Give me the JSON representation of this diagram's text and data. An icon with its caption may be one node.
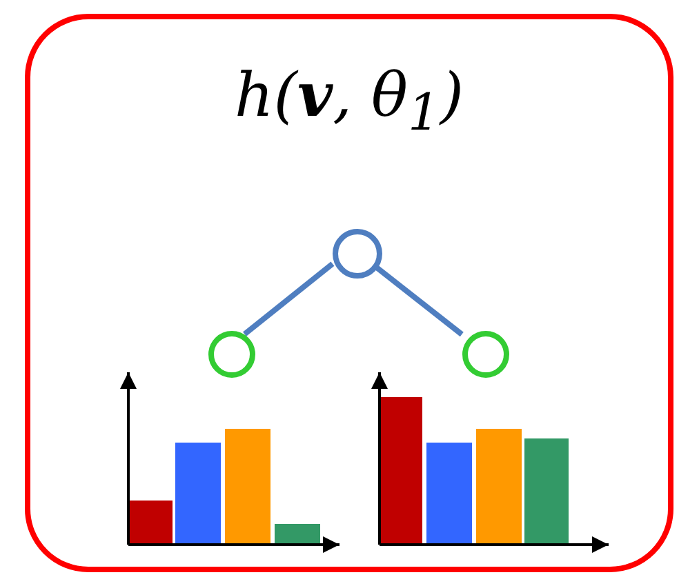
{
  "diagram": {
    "nodes": [
      {
        "text": [
          "h(**v**, θ$_{1}$)"
        ]
      },
      {
        "text": [],
        "shape": "circle",
        "in": 0
      },
      {
        "text": [],
        "shape": "circle",
        "in": 0
      },
      {
        "text": [],
        "shape": "circle",
        "in": 0
      }
    ],
    "edges": [
      {
        "from": 1,
        "to": 2,
        "arrow": "none"
      },
      {
        "from": 1,
        "to": 3,
        "arrow": "none"
      }
    ]
  }
}
